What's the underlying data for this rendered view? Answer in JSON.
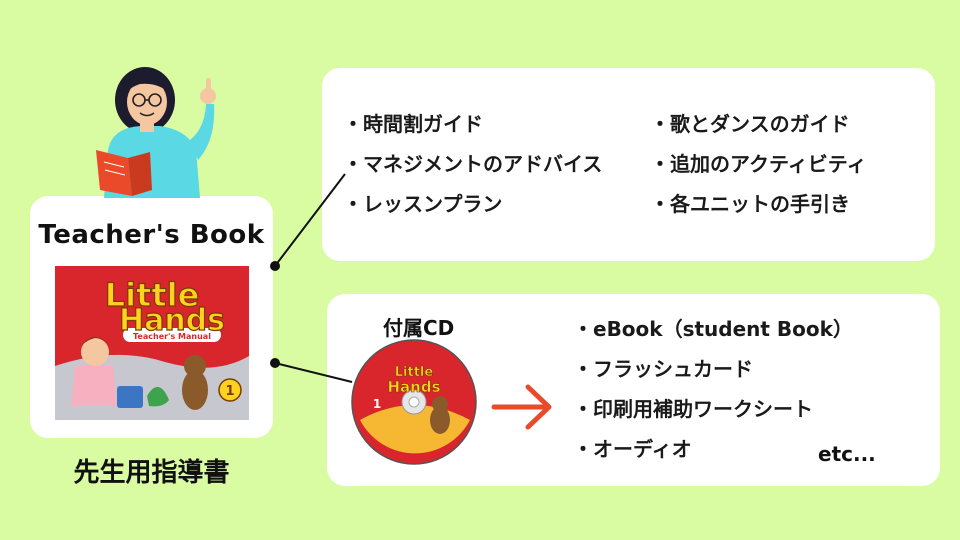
{
  "book": {
    "title": "Teacher's Book",
    "subtitle": "先生用指導書",
    "cover_logo_line1": "Little",
    "cover_logo_line2": "Hands",
    "cover_manual": "Teacher's Manual",
    "cover_level": "1"
  },
  "features": {
    "left_items": [
      "時間割ガイド",
      "マネジメントのアドバイス",
      "レッスンプラン"
    ],
    "right_items": [
      "歌とダンスのガイド",
      "追加のアクティビティ",
      "各ユニットの手引き"
    ]
  },
  "cd": {
    "label": "付属CD",
    "disc_logo_line1": "Little",
    "disc_logo_line2": "Hands",
    "disc_level": "1",
    "items": [
      "eBook（student Book）",
      "フラッシュカード",
      "印刷用補助ワークシート",
      "オーディオ"
    ],
    "etc": "etc..."
  },
  "colors": {
    "background": "#d9fca3",
    "card": "#ffffff",
    "arrow": "#ea4a2a",
    "cover_red": "#d9262c",
    "logo_yellow": "#ffd21f",
    "teacher_shirt": "#5ad8e3"
  }
}
